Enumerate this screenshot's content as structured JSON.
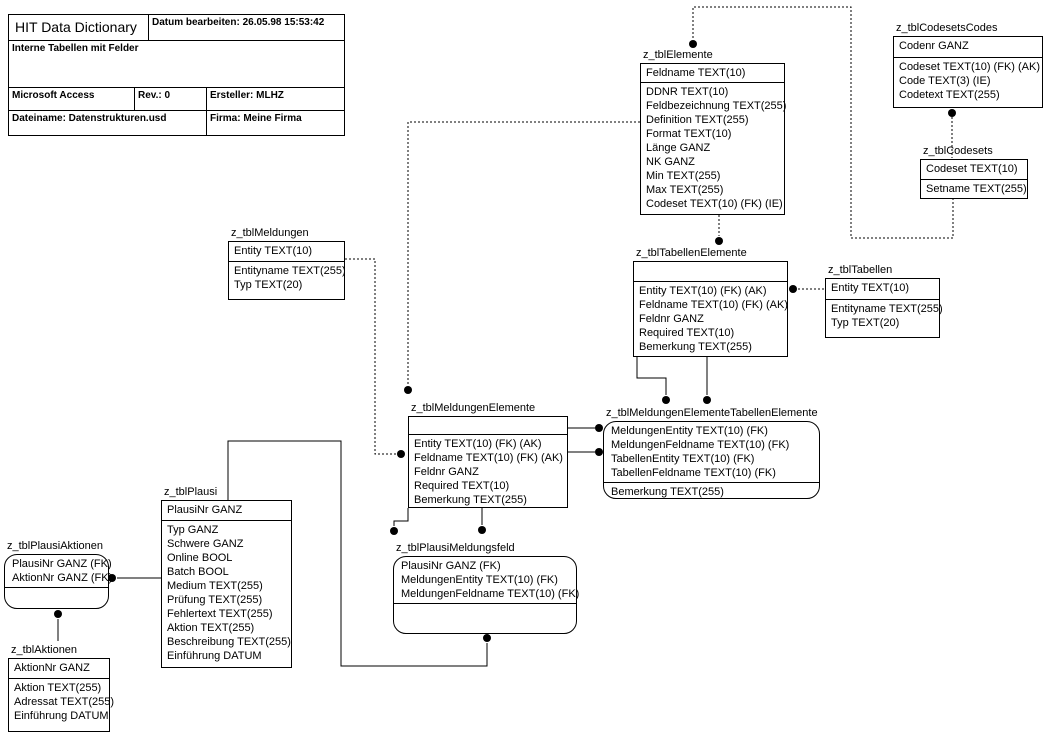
{
  "header_block": {
    "title": "HIT Data Dictionary",
    "modified": "Datum bearbeiten: 26.05.98 15:53:42",
    "description": "Interne Tabellen mit Felder",
    "tool": "Microsoft Access",
    "revision": "Rev.: 0",
    "author": "Ersteller: MLHZ",
    "filename": "Dateiname: Datenstrukturen.usd",
    "company": "Firma: Meine Firma"
  },
  "entities": [
    {
      "name": "z_tblElemente",
      "shape": "square",
      "key_rows": [
        "Feldname TEXT(10)"
      ],
      "rows": [
        "DDNR TEXT(10)",
        "Feldbezeichnung TEXT(255)",
        "Definition TEXT(255)",
        "Format TEXT(10)",
        "Länge GANZ",
        "NK GANZ",
        "Min TEXT(255)",
        "Max TEXT(255)",
        "Codeset TEXT(10) (FK) (IE)"
      ]
    },
    {
      "name": "z_tblCodesetsCodes",
      "shape": "square",
      "key_rows": [
        "Codenr GANZ"
      ],
      "rows": [
        "Codeset TEXT(10) (FK) (AK)",
        "Code TEXT(3) (IE)",
        "Codetext TEXT(255)"
      ]
    },
    {
      "name": "z_tblCodesets",
      "shape": "square",
      "key_rows": [
        "Codeset TEXT(10)"
      ],
      "rows": [
        "Setname TEXT(255)"
      ]
    },
    {
      "name": "z_tblMeldungen",
      "shape": "square",
      "key_rows": [
        "Entity TEXT(10)"
      ],
      "rows": [
        "Entityname TEXT(255)",
        "Typ TEXT(20)"
      ]
    },
    {
      "name": "z_tblTabellenElemente",
      "shape": "square",
      "key_rows": [],
      "rows": [
        "Entity TEXT(10) (FK) (AK)",
        "Feldname TEXT(10) (FK) (AK)",
        "Feldnr GANZ",
        "Required TEXT(10)",
        "Bemerkung TEXT(255)"
      ]
    },
    {
      "name": "z_tblTabellen",
      "shape": "square",
      "key_rows": [
        "Entity TEXT(10)"
      ],
      "rows": [
        "Entityname TEXT(255)",
        "Typ TEXT(20)"
      ]
    },
    {
      "name": "z_tblMeldungenElemente",
      "shape": "square",
      "key_rows": [],
      "rows": [
        "Entity TEXT(10) (FK) (AK)",
        "Feldname TEXT(10) (FK) (AK)",
        "Feldnr GANZ",
        "Required TEXT(10)",
        "Bemerkung TEXT(255)"
      ]
    },
    {
      "name": "z_tblMeldungenElementeTabellenElemente",
      "shape": "rounded",
      "key_rows": [
        "MeldungenEntity TEXT(10) (FK)",
        "MeldungenFeldname TEXT(10) (FK)",
        "TabellenEntity TEXT(10) (FK)",
        "TabellenFeldname TEXT(10) (FK)"
      ],
      "rows": [
        "Bemerkung TEXT(255)"
      ]
    },
    {
      "name": "z_tblPlausi",
      "shape": "square",
      "key_rows": [
        "PlausiNr GANZ"
      ],
      "rows": [
        "Typ GANZ",
        "Schwere GANZ",
        "Online BOOL",
        "Batch BOOL",
        "Medium TEXT(255)",
        "Prüfung TEXT(255)",
        "Fehlertext TEXT(255)",
        "Aktion TEXT(255)",
        "Beschreibung TEXT(255)",
        "Einführung DATUM"
      ]
    },
    {
      "name": "z_tblPlausiAktionen",
      "shape": "rounded",
      "key_rows": [
        "PlausiNr GANZ (FK)",
        "AktionNr GANZ (FK)"
      ],
      "rows": []
    },
    {
      "name": "z_tblPlausiMeldungsfeld",
      "shape": "rounded",
      "key_rows": [
        "PlausiNr GANZ (FK)",
        "MeldungenEntity TEXT(10) (FK)",
        "MeldungenFeldname TEXT(10) (FK)"
      ],
      "rows": []
    },
    {
      "name": "z_tblAktionen",
      "shape": "square",
      "key_rows": [
        "AktionNr GANZ"
      ],
      "rows": [
        "Aktion TEXT(255)",
        "Adressat TEXT(255)",
        "Einführung DATUM"
      ]
    }
  ],
  "relationships": [
    {
      "parent": "z_tblCodesets",
      "child": "z_tblElemente",
      "style": "dashed"
    },
    {
      "parent": "z_tblCodesets",
      "child": "z_tblCodesetsCodes",
      "style": "dashed"
    },
    {
      "parent": "z_tblElemente",
      "child": "z_tblTabellenElemente",
      "style": "dashed"
    },
    {
      "parent": "z_tblTabellen",
      "child": "z_tblTabellenElemente",
      "style": "dashed"
    },
    {
      "parent": "z_tblElemente",
      "child": "z_tblMeldungenElemente",
      "style": "dashed"
    },
    {
      "parent": "z_tblMeldungen",
      "child": "z_tblMeldungenElemente",
      "style": "dashed"
    },
    {
      "parent": "z_tblMeldungenElemente",
      "child": "z_tblMeldungenElementeTabellenElemente",
      "style": "solid",
      "lines": 2
    },
    {
      "parent": "z_tblTabellenElemente",
      "child": "z_tblMeldungenElementeTabellenElemente",
      "style": "solid",
      "lines": 2
    },
    {
      "parent": "z_tblMeldungenElemente",
      "child": "z_tblPlausiMeldungsfeld",
      "style": "solid",
      "lines": 2
    },
    {
      "parent": "z_tblPlausi",
      "child": "z_tblPlausiMeldungsfeld",
      "style": "solid"
    },
    {
      "parent": "z_tblPlausi",
      "child": "z_tblPlausiAktionen",
      "style": "solid"
    },
    {
      "parent": "z_tblAktionen",
      "child": "z_tblPlausiAktionen",
      "style": "solid"
    }
  ],
  "colors": {
    "line": "#000000",
    "background": "#ffffff",
    "text": "#000000"
  }
}
